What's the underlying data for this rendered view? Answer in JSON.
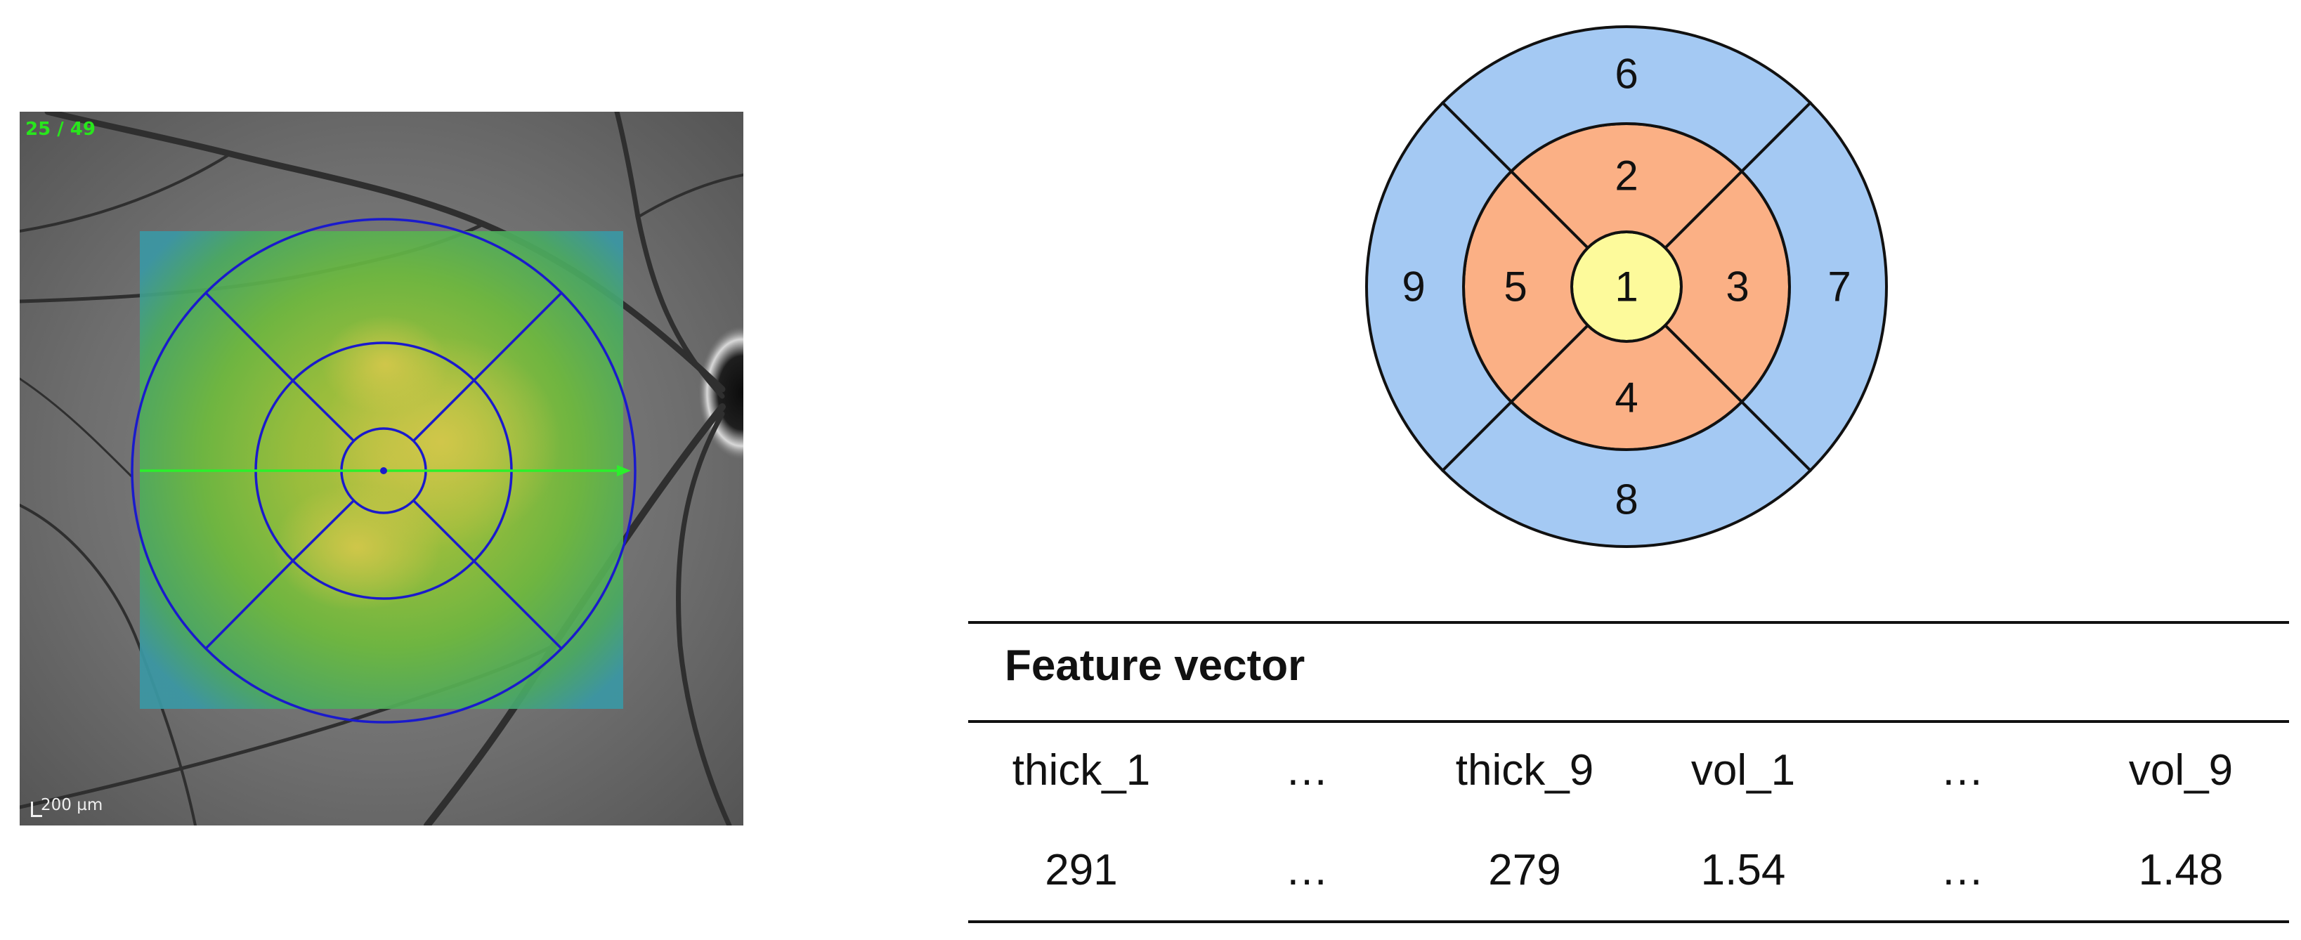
{
  "fundus": {
    "slice_counter": "25 / 49",
    "scale_label": "200 µm"
  },
  "sectors": [
    {
      "id": "1",
      "ring": "center",
      "color": "#fdfa9b"
    },
    {
      "id": "2",
      "ring": "inner",
      "color": "#fbb085"
    },
    {
      "id": "3",
      "ring": "inner",
      "color": "#fbb085"
    },
    {
      "id": "4",
      "ring": "inner",
      "color": "#fbb085"
    },
    {
      "id": "5",
      "ring": "inner",
      "color": "#fbb085"
    },
    {
      "id": "6",
      "ring": "outer",
      "color": "#a4c9f3"
    },
    {
      "id": "7",
      "ring": "outer",
      "color": "#a4c9f3"
    },
    {
      "id": "8",
      "ring": "outer",
      "color": "#a4c9f3"
    },
    {
      "id": "9",
      "ring": "outer",
      "color": "#a4c9f3"
    }
  ],
  "feature_table": {
    "title": "Feature vector",
    "headers": [
      "thick_1",
      "…",
      "thick_9",
      "vol_1",
      "…",
      "vol_9"
    ],
    "values": [
      "291",
      "…",
      "279",
      "1.54",
      "…",
      "1.48"
    ]
  }
}
